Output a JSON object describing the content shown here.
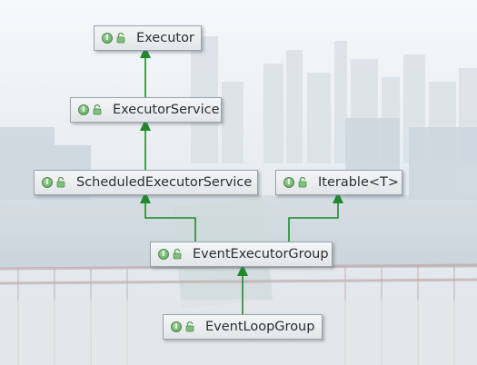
{
  "diagram": {
    "nodes": [
      {
        "id": "executor",
        "label": "Executor",
        "badge": "I"
      },
      {
        "id": "executor-service",
        "label": "ExecutorService",
        "badge": "I"
      },
      {
        "id": "scheduled-executor-service",
        "label": "ScheduledExecutorService",
        "badge": "I"
      },
      {
        "id": "iterable",
        "label": "Iterable<T>",
        "badge": "I"
      },
      {
        "id": "event-executor-group",
        "label": "EventExecutorGroup",
        "badge": "I"
      },
      {
        "id": "event-loop-group",
        "label": "EventLoopGroup",
        "badge": "I"
      }
    ],
    "edges": [
      {
        "from": "executor-service",
        "to": "executor",
        "kind": "extends"
      },
      {
        "from": "scheduled-executor-service",
        "to": "executor-service",
        "kind": "extends"
      },
      {
        "from": "event-executor-group",
        "to": "scheduled-executor-service",
        "kind": "extends"
      },
      {
        "from": "event-executor-group",
        "to": "iterable",
        "kind": "extends"
      },
      {
        "from": "event-loop-group",
        "to": "event-executor-group",
        "kind": "extends"
      }
    ],
    "colors": {
      "edge": "#1e8a2c",
      "badge": "#6cb46a",
      "node_border": "#9aa4ad",
      "text": "#2b2f33"
    },
    "icons": {
      "badge": "interface-icon",
      "lock": "lock-open-icon"
    }
  }
}
